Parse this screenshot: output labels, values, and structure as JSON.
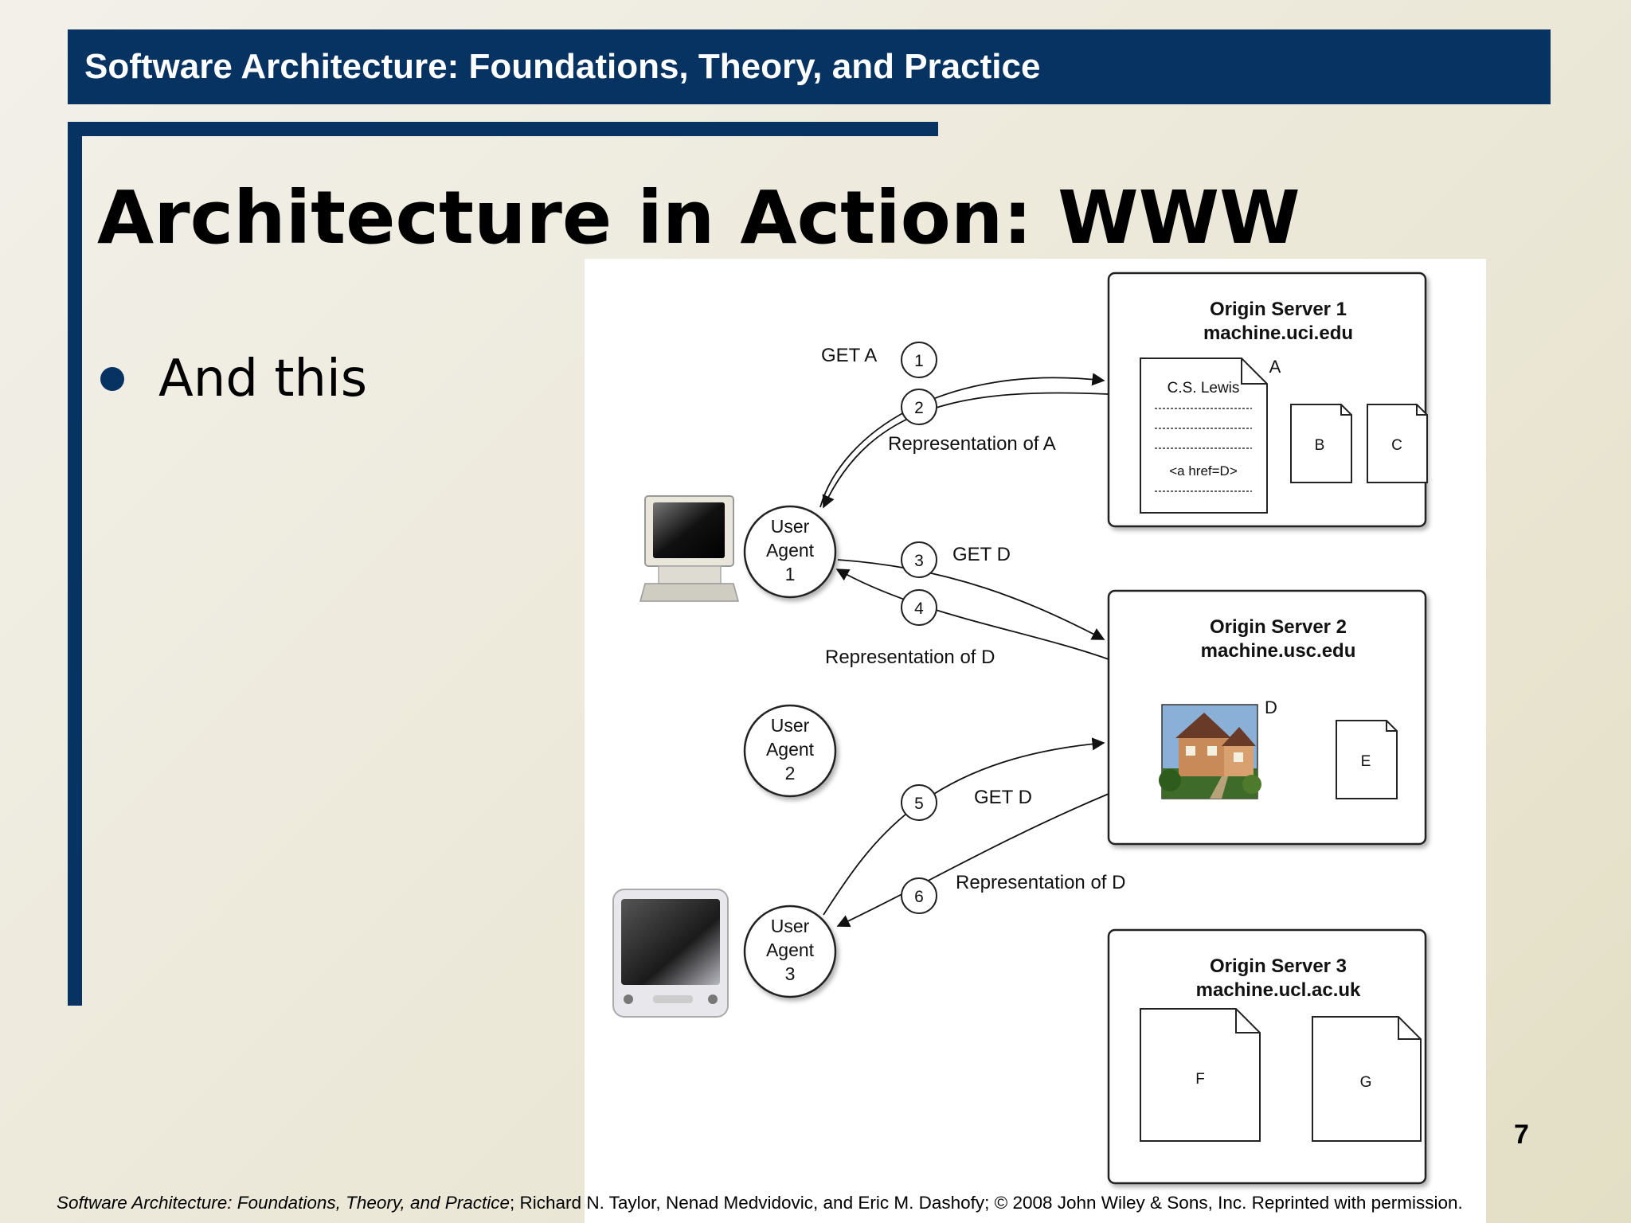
{
  "header": {
    "title": "Software Architecture: Foundations, Theory, and Practice"
  },
  "slide": {
    "title": "Architecture in Action: WWW",
    "bullets": [
      "And this"
    ],
    "page_number": "7"
  },
  "diagram": {
    "servers": [
      {
        "name": "Origin Server 1",
        "host": "machine.uci.edu"
      },
      {
        "name": "Origin Server 2",
        "host": "machine.usc.edu"
      },
      {
        "name": "Origin Server 3",
        "host": "machine.ucl.ac.uk"
      }
    ],
    "agents": [
      {
        "line1": "User",
        "line2": "Agent",
        "line3": "1"
      },
      {
        "line1": "User",
        "line2": "Agent",
        "line3": "2"
      },
      {
        "line1": "User",
        "line2": "Agent",
        "line3": "3"
      }
    ],
    "documents": {
      "a": {
        "label": "A",
        "author": "C.S. Lewis",
        "link": "<a href=D>"
      },
      "b": "B",
      "c": "C",
      "d": "D",
      "e": "E",
      "f": "F",
      "g": "G"
    },
    "steps": [
      {
        "num": "1",
        "label": "GET A"
      },
      {
        "num": "2",
        "label": "Representation of A"
      },
      {
        "num": "3",
        "label": "GET D"
      },
      {
        "num": "4",
        "label": "Representation of D"
      },
      {
        "num": "5",
        "label": "GET D"
      },
      {
        "num": "6",
        "label": "Representation of D"
      }
    ]
  },
  "footer": {
    "book": "Software Architecture: Foundations, Theory, and Practice",
    "rest": "; Richard N. Taylor, Nenad Medvidovic, and Eric M. Dashofy; © 2008 John Wiley & Sons, Inc. Reprinted with permission."
  }
}
